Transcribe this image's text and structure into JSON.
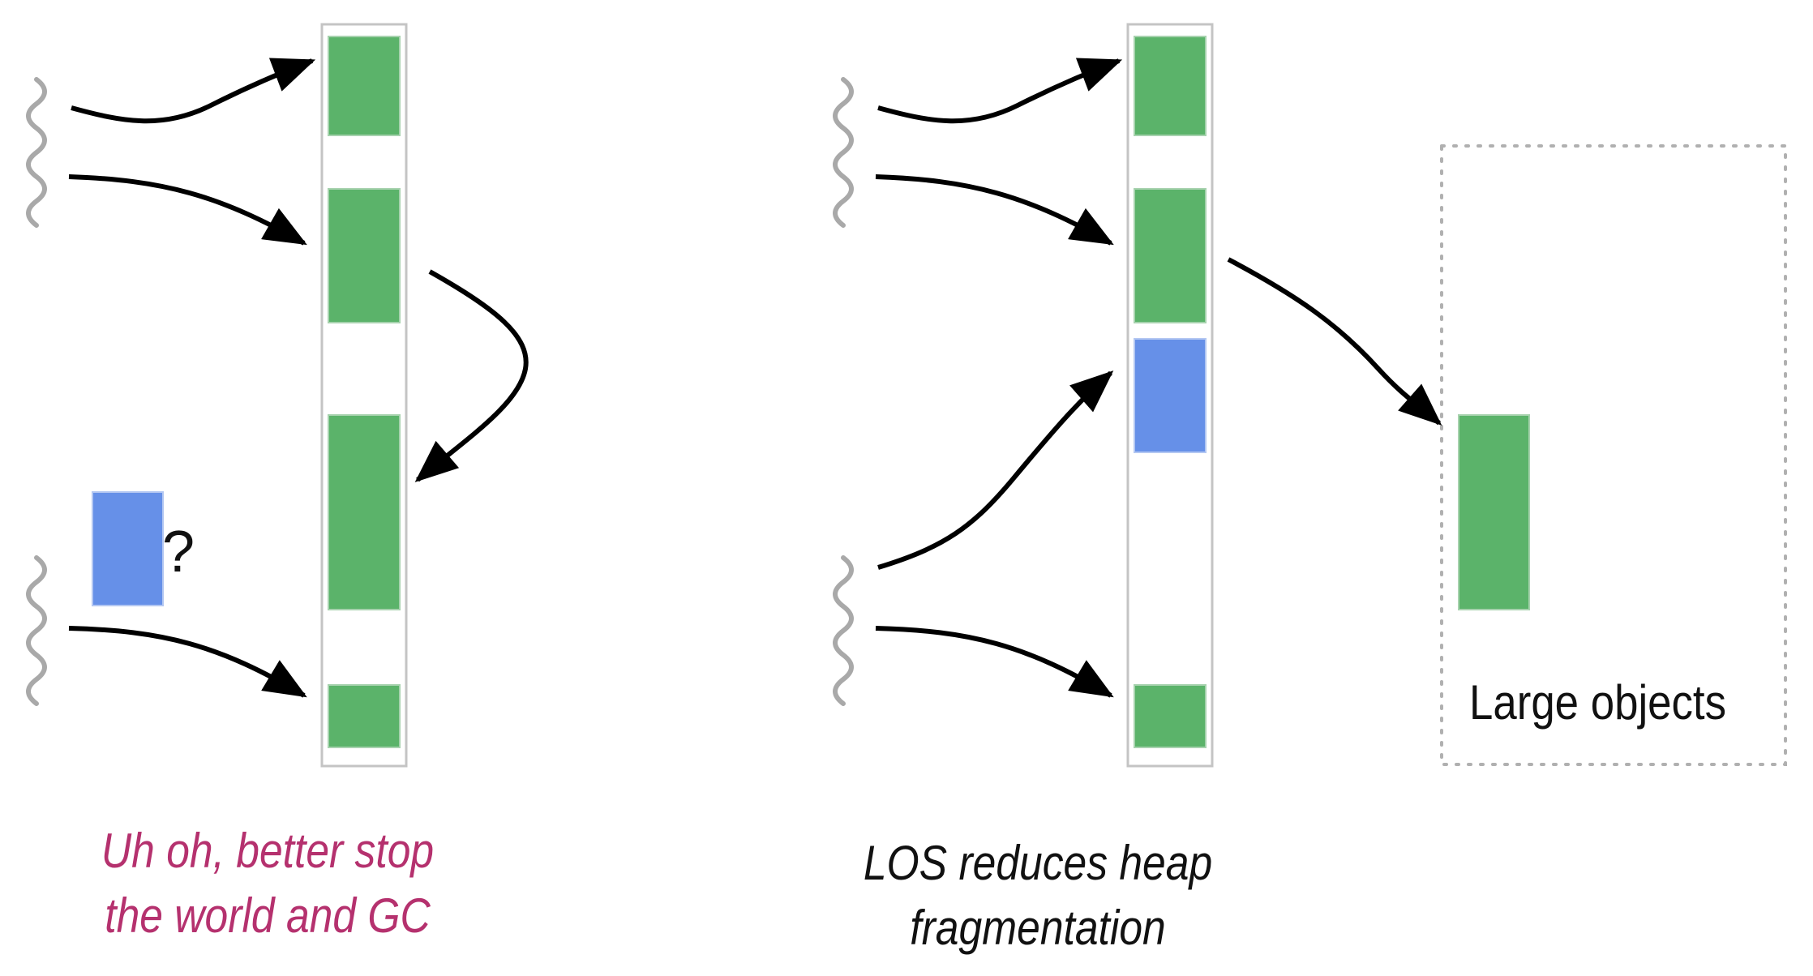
{
  "captions": {
    "left": {
      "line1": "Uh oh, better stop",
      "line2": "the world and GC"
    },
    "right": {
      "line1": "LOS reduces heap",
      "line2": "fragmentation"
    }
  },
  "large_objects_label": "Large objects",
  "question_mark": "?",
  "colors": {
    "object_green": "#5bb36a",
    "object_blue": "#6690e8",
    "heap_border": "#c4c4c4",
    "thread_wave": "#a9a9a9",
    "arrow": "#000000",
    "left_caption": "#b5316e",
    "dotted_border": "#b0b0b0"
  },
  "icons": [
    "thread-wave-icon",
    "arrow-icon"
  ]
}
